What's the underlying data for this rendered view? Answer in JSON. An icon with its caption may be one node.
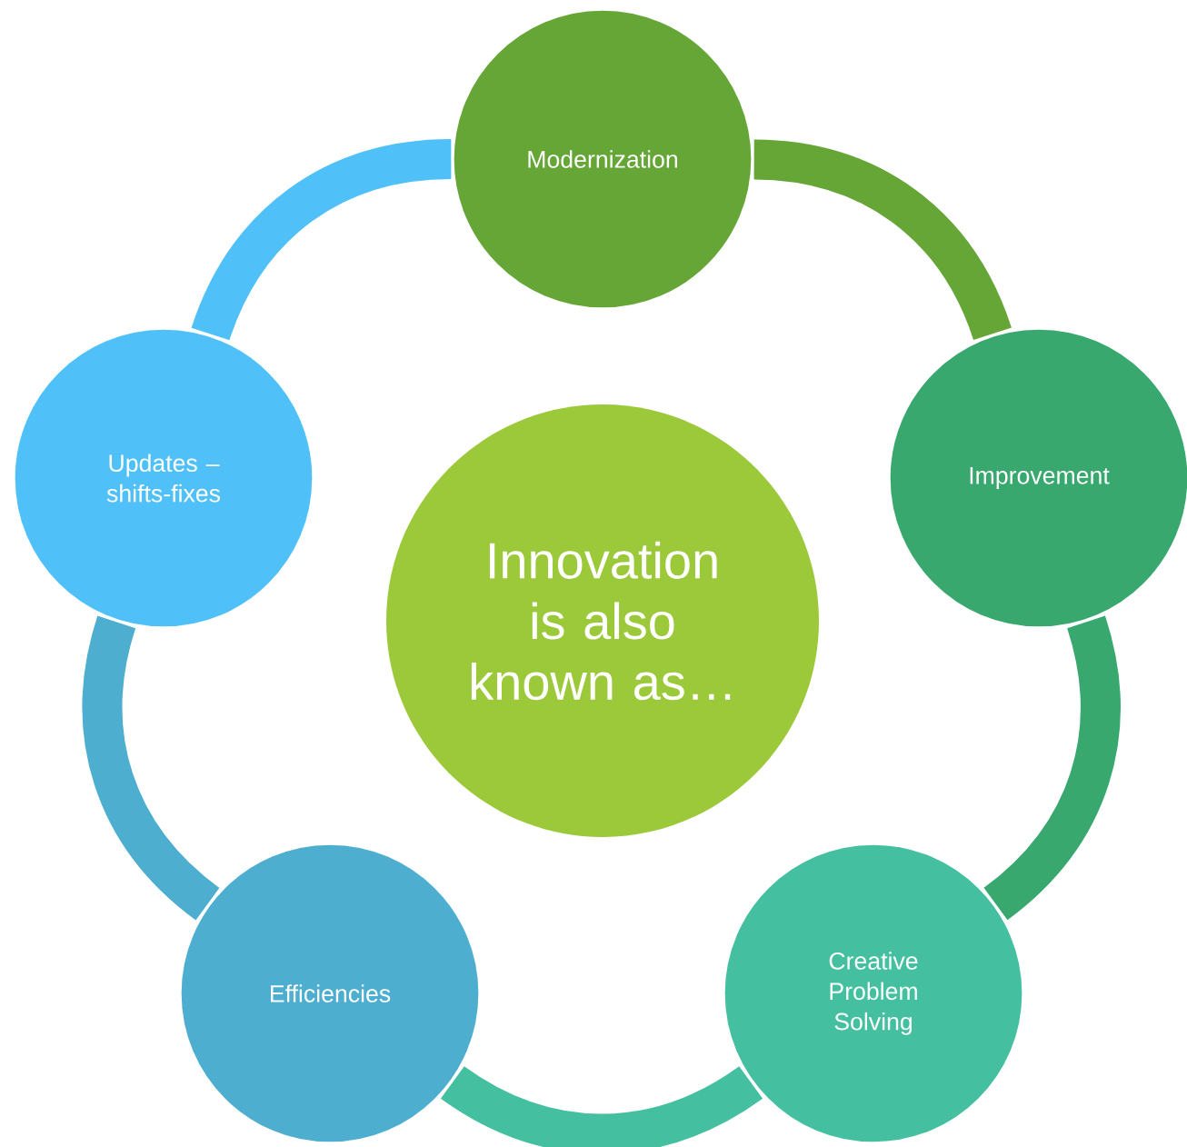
{
  "diagram": {
    "nodes": [
      {
        "text": [
          "Innovation is also known as…"
        ]
      },
      {
        "text": [
          "Modernization"
        ]
      },
      {
        "text": [
          "Improvement"
        ]
      },
      {
        "text": [
          "Creative Problem Solving"
        ]
      },
      {
        "text": [
          "Efficiencies"
        ]
      },
      {
        "text": [
          "Updates – shifts-fixes"
        ]
      }
    ],
    "edges": [
      {
        "from": 1,
        "to": 2,
        "arrow": "none",
        "color": "#65a637"
      },
      {
        "from": 2,
        "to": 3,
        "arrow": "none",
        "color": "#38a86e"
      },
      {
        "from": 3,
        "to": 4,
        "arrow": "none",
        "color": "#44c0a1"
      },
      {
        "from": 4,
        "to": 5,
        "arrow": "none",
        "color": "#4daecf"
      },
      {
        "from": 5,
        "to": 1,
        "arrow": "none",
        "color": "#50c1f8"
      }
    ]
  }
}
